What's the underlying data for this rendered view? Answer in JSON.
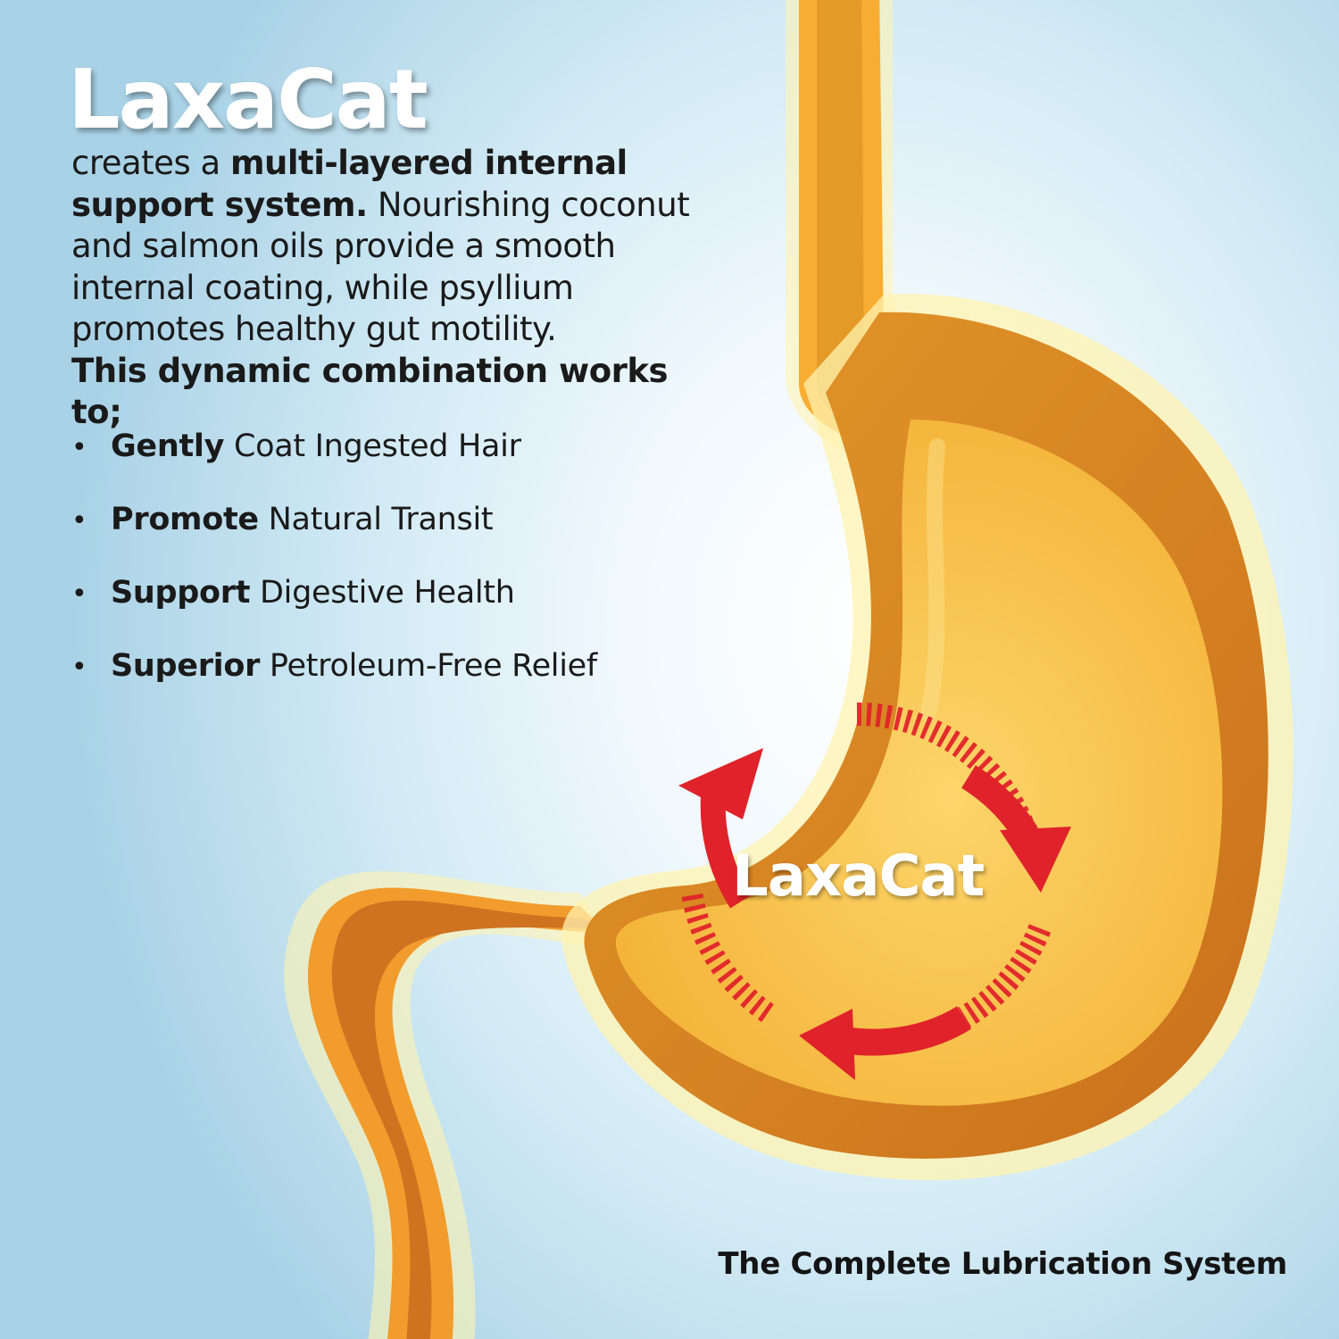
{
  "brand": {
    "title": "LaxaCat"
  },
  "intro": {
    "parts": [
      {
        "text": "creates a ",
        "bold": false
      },
      {
        "text": "multi-layered internal support system.",
        "bold": true
      },
      {
        "text": " Nourishing coconut and salmon oils provide a smooth internal coating, while psyllium promotes healthy gut motility. ",
        "bold": false
      },
      {
        "text": "This dynamic combination works to;",
        "bold": true,
        "block": true
      }
    ]
  },
  "benefits": [
    {
      "bold": "Gently",
      "rest": " Coat Ingested Hair"
    },
    {
      "bold": "Promote",
      "rest": " Natural Transit"
    },
    {
      "bold": "Support",
      "rest": " Digestive Health"
    },
    {
      "bold": "Superior",
      "rest": " Petroleum-Free Relief"
    }
  ],
  "bullet_glyph": "•",
  "illustration": {
    "center_label": "LaxaCat",
    "colors": {
      "stomach_outer": "#f7a92c",
      "stomach_wall": "#d8811f",
      "stomach_inner": "#f6ba3e",
      "glow": "#fff3b0",
      "arrow": "#e0232a"
    }
  },
  "tagline": "The Complete Lubrication System"
}
